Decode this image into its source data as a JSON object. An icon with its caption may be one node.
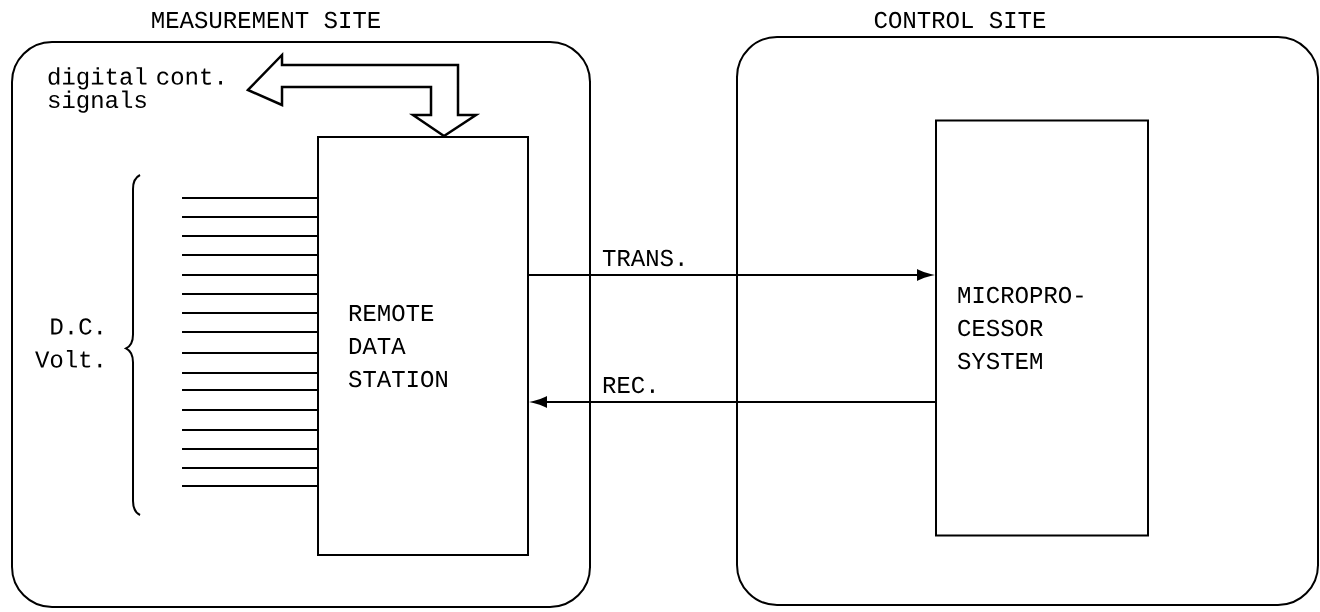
{
  "diagram": {
    "nodes": [
      {
        "text": [
          "MEASUREMENT SITE"
        ]
      },
      {
        "text": [
          "CONTROL SITE"
        ]
      },
      {
        "text": [
          "REMOTE DATA STATION"
        ],
        "in": 0
      },
      {
        "text": [
          "MICROPRO- CESSOR SYSTEM"
        ],
        "in": 1
      },
      {
        "text": [
          "digital cont. signals"
        ],
        "in": 0
      }
    ],
    "edges": [
      {
        "from": 2,
        "to": 3,
        "arrow": "to",
        "label": "TRANS."
      },
      {
        "from": 3,
        "to": 2,
        "arrow": "to",
        "label": "REC."
      },
      {
        "from": 2,
        "to": 4,
        "arrow": "both",
        "style": "thick"
      },
      {
        "from": null,
        "to": 2,
        "arrow": "none"
      },
      {
        "from": null,
        "to": 2,
        "arrow": "none"
      },
      {
        "from": null,
        "to": 2,
        "arrow": "none"
      },
      {
        "from": null,
        "to": 2,
        "arrow": "none"
      },
      {
        "from": null,
        "to": 2,
        "arrow": "none"
      },
      {
        "from": null,
        "to": 2,
        "arrow": "none"
      },
      {
        "from": null,
        "to": 2,
        "arrow": "none"
      },
      {
        "from": null,
        "to": 2,
        "arrow": "none"
      },
      {
        "from": null,
        "to": 2,
        "arrow": "none"
      },
      {
        "from": null,
        "to": 2,
        "arrow": "none"
      },
      {
        "from": null,
        "to": 2,
        "arrow": "none"
      },
      {
        "from": null,
        "to": 2,
        "arrow": "none"
      },
      {
        "from": null,
        "to": 2,
        "arrow": "none"
      },
      {
        "from": null,
        "to": 2,
        "arrow": "none"
      },
      {
        "from": null,
        "to": 2,
        "arrow": "none"
      },
      {
        "from": null,
        "to": 2,
        "arrow": "none"
      }
    ],
    "labels": [
      "D.C. Volt."
    ]
  }
}
